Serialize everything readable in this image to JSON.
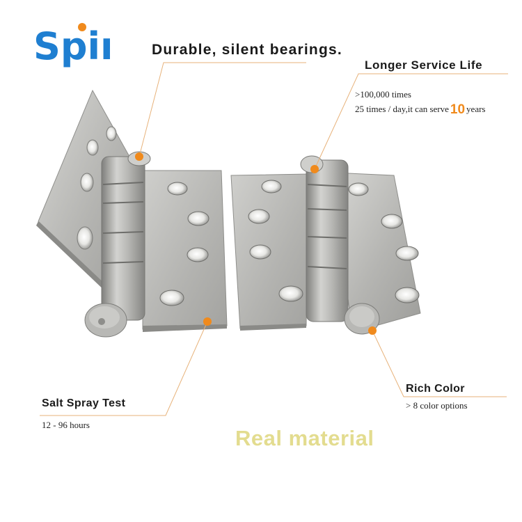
{
  "brand": {
    "logo_text": "Spin",
    "logo_color": "#1f7fd1",
    "dot_color": "#f08a1c"
  },
  "callouts": {
    "bearings": {
      "title": "Durable, silent bearings."
    },
    "service_life": {
      "title": "Longer Service Life",
      "line1": ">100,000 times",
      "line2_prefix": "25 times / day,it can serve",
      "line2_number": "10",
      "line2_suffix": "years"
    },
    "salt_spray": {
      "title": "Salt Spray Test",
      "detail": "12 - 96 hours"
    },
    "rich_color": {
      "title": "Rich Color",
      "detail": "> 8 color options"
    }
  },
  "tagline": "Real material",
  "colors": {
    "accent": "#f08a1c",
    "leader_line": "#e7b27a",
    "tagline": "#e3dc8f",
    "steel_light": "#c9c9c6",
    "steel_dark": "#8e8e8b"
  }
}
